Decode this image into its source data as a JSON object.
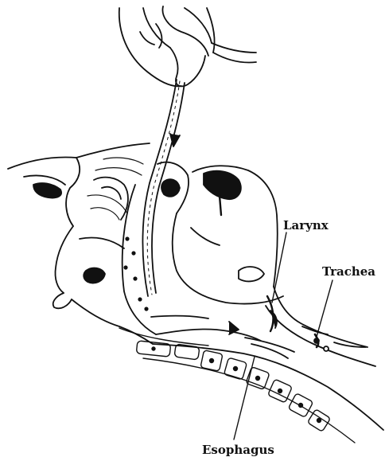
{
  "labels": {
    "larynx": "Larynx",
    "trachea": "Trachea",
    "esophagus": "Esophagus"
  },
  "colors": {
    "ink": "#111111",
    "background": "#ffffff"
  }
}
